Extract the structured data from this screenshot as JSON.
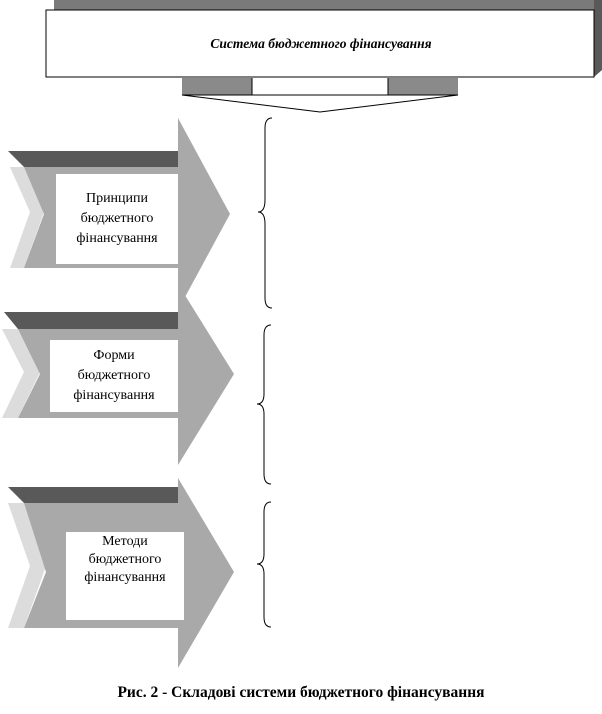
{
  "title": "Система бюджетного фінансування",
  "components": [
    {
      "label": "Принципи\nбюджетного\nфінансування"
    },
    {
      "label": "Форми\nбюджетного\nфінансування"
    },
    {
      "label": "Методи\nбюджетного\nфінансування"
    }
  ],
  "caption": "Рис. 2 - Складові системи бюджетного фінансування",
  "colors": {
    "arrow_fill": "#a9a9a9",
    "arrow_dark": "#595959",
    "arrow_light": "#dcdcdc",
    "box_fill": "#ffffff",
    "line": "#000000"
  }
}
